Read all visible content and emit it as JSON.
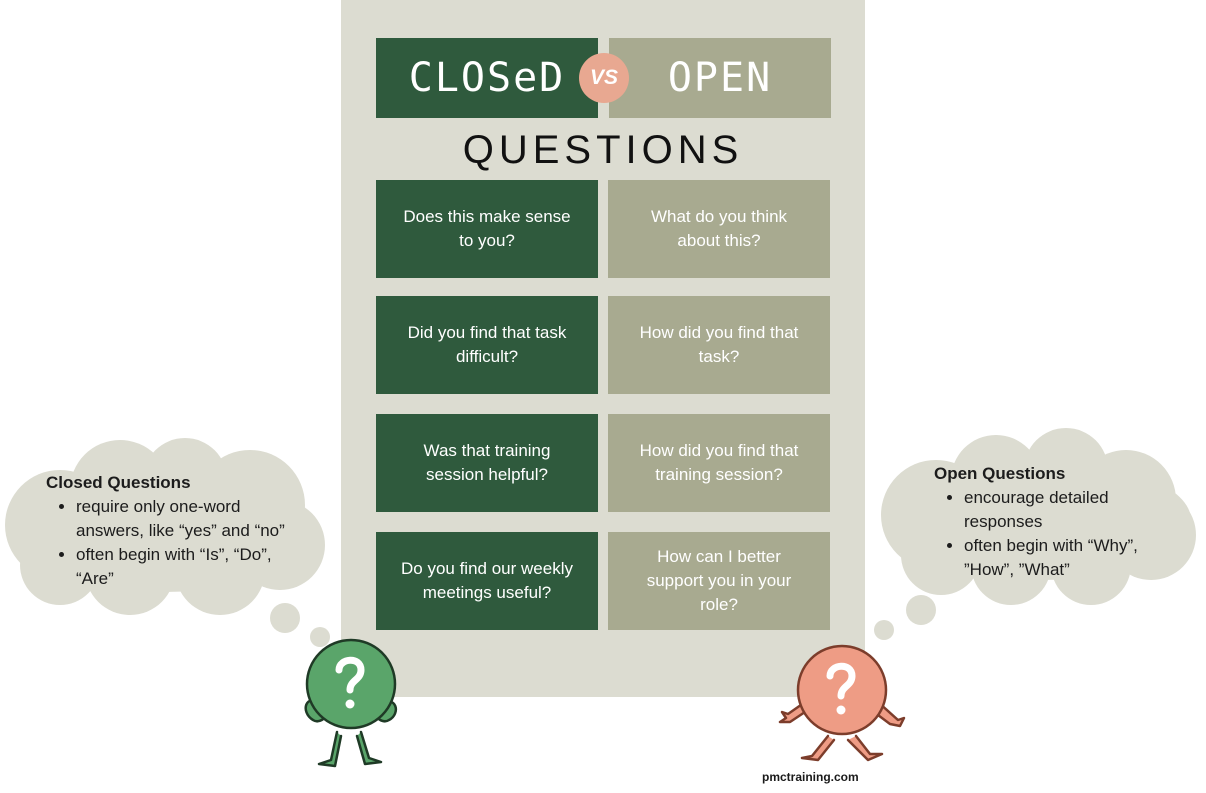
{
  "header": {
    "closed_label": "CLOSeD",
    "vs_label": "VS",
    "open_label": "OPEN",
    "title": "QUESTIONS"
  },
  "rows": [
    {
      "closed": "Does this make sense to you?",
      "open": "What do you think about this?"
    },
    {
      "closed": "Did you find that task difficult?",
      "open": "How did you find that task?"
    },
    {
      "closed": "Was that training session helpful?",
      "open": "How did you find that training session?"
    },
    {
      "closed": "Do you find our weekly meetings useful?",
      "open": "How can I better support you in your role?"
    }
  ],
  "closed_bubble": {
    "heading": "Closed Questions",
    "points": [
      "require only one-word answers, like “yes” and “no”",
      "often begin with “Is”, “Do”, “Are”"
    ]
  },
  "open_bubble": {
    "heading": "Open Questions",
    "points": [
      "encourage detailed responses",
      "often begin with “Why”, ”How”, ”What”"
    ]
  },
  "source": "pmctraining.com",
  "colors": {
    "closed": "#2f5a3d",
    "open": "#a8aa90",
    "panel": "#dcdcd1",
    "vs_badge": "#e8a891",
    "closed_character": "#5aa56a",
    "open_character": "#ee9c85",
    "bubble": "#dcdcd1"
  },
  "icons": {
    "closed_character": "green-question-mark-character-icon",
    "open_character": "pink-question-mark-character-icon"
  }
}
